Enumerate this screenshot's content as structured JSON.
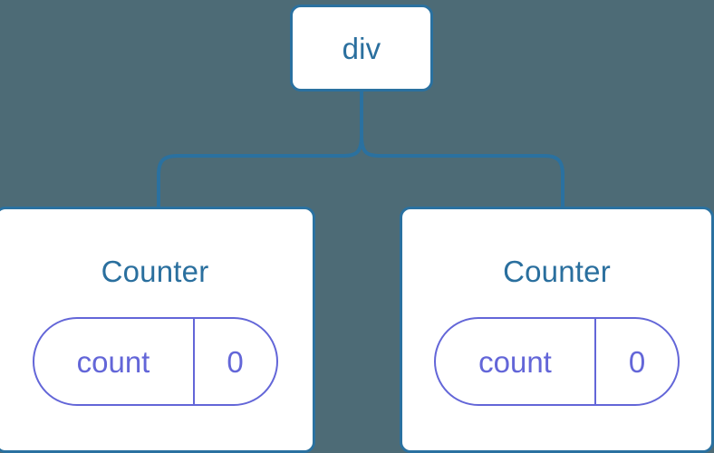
{
  "diagram": {
    "title": "react-component-tree",
    "background_color": "#4d6b76",
    "node_fill": "#ffffff",
    "node_border_color": "#2a71a0",
    "connector_color": "#2a71a0",
    "label_color": "#2a6f9e",
    "state_color": "#6366d8",
    "root": {
      "label": "div"
    },
    "children": [
      {
        "title": "Counter",
        "state": {
          "key": "count",
          "value": "0"
        }
      },
      {
        "title": "Counter",
        "state": {
          "key": "count",
          "value": "0"
        }
      }
    ]
  }
}
